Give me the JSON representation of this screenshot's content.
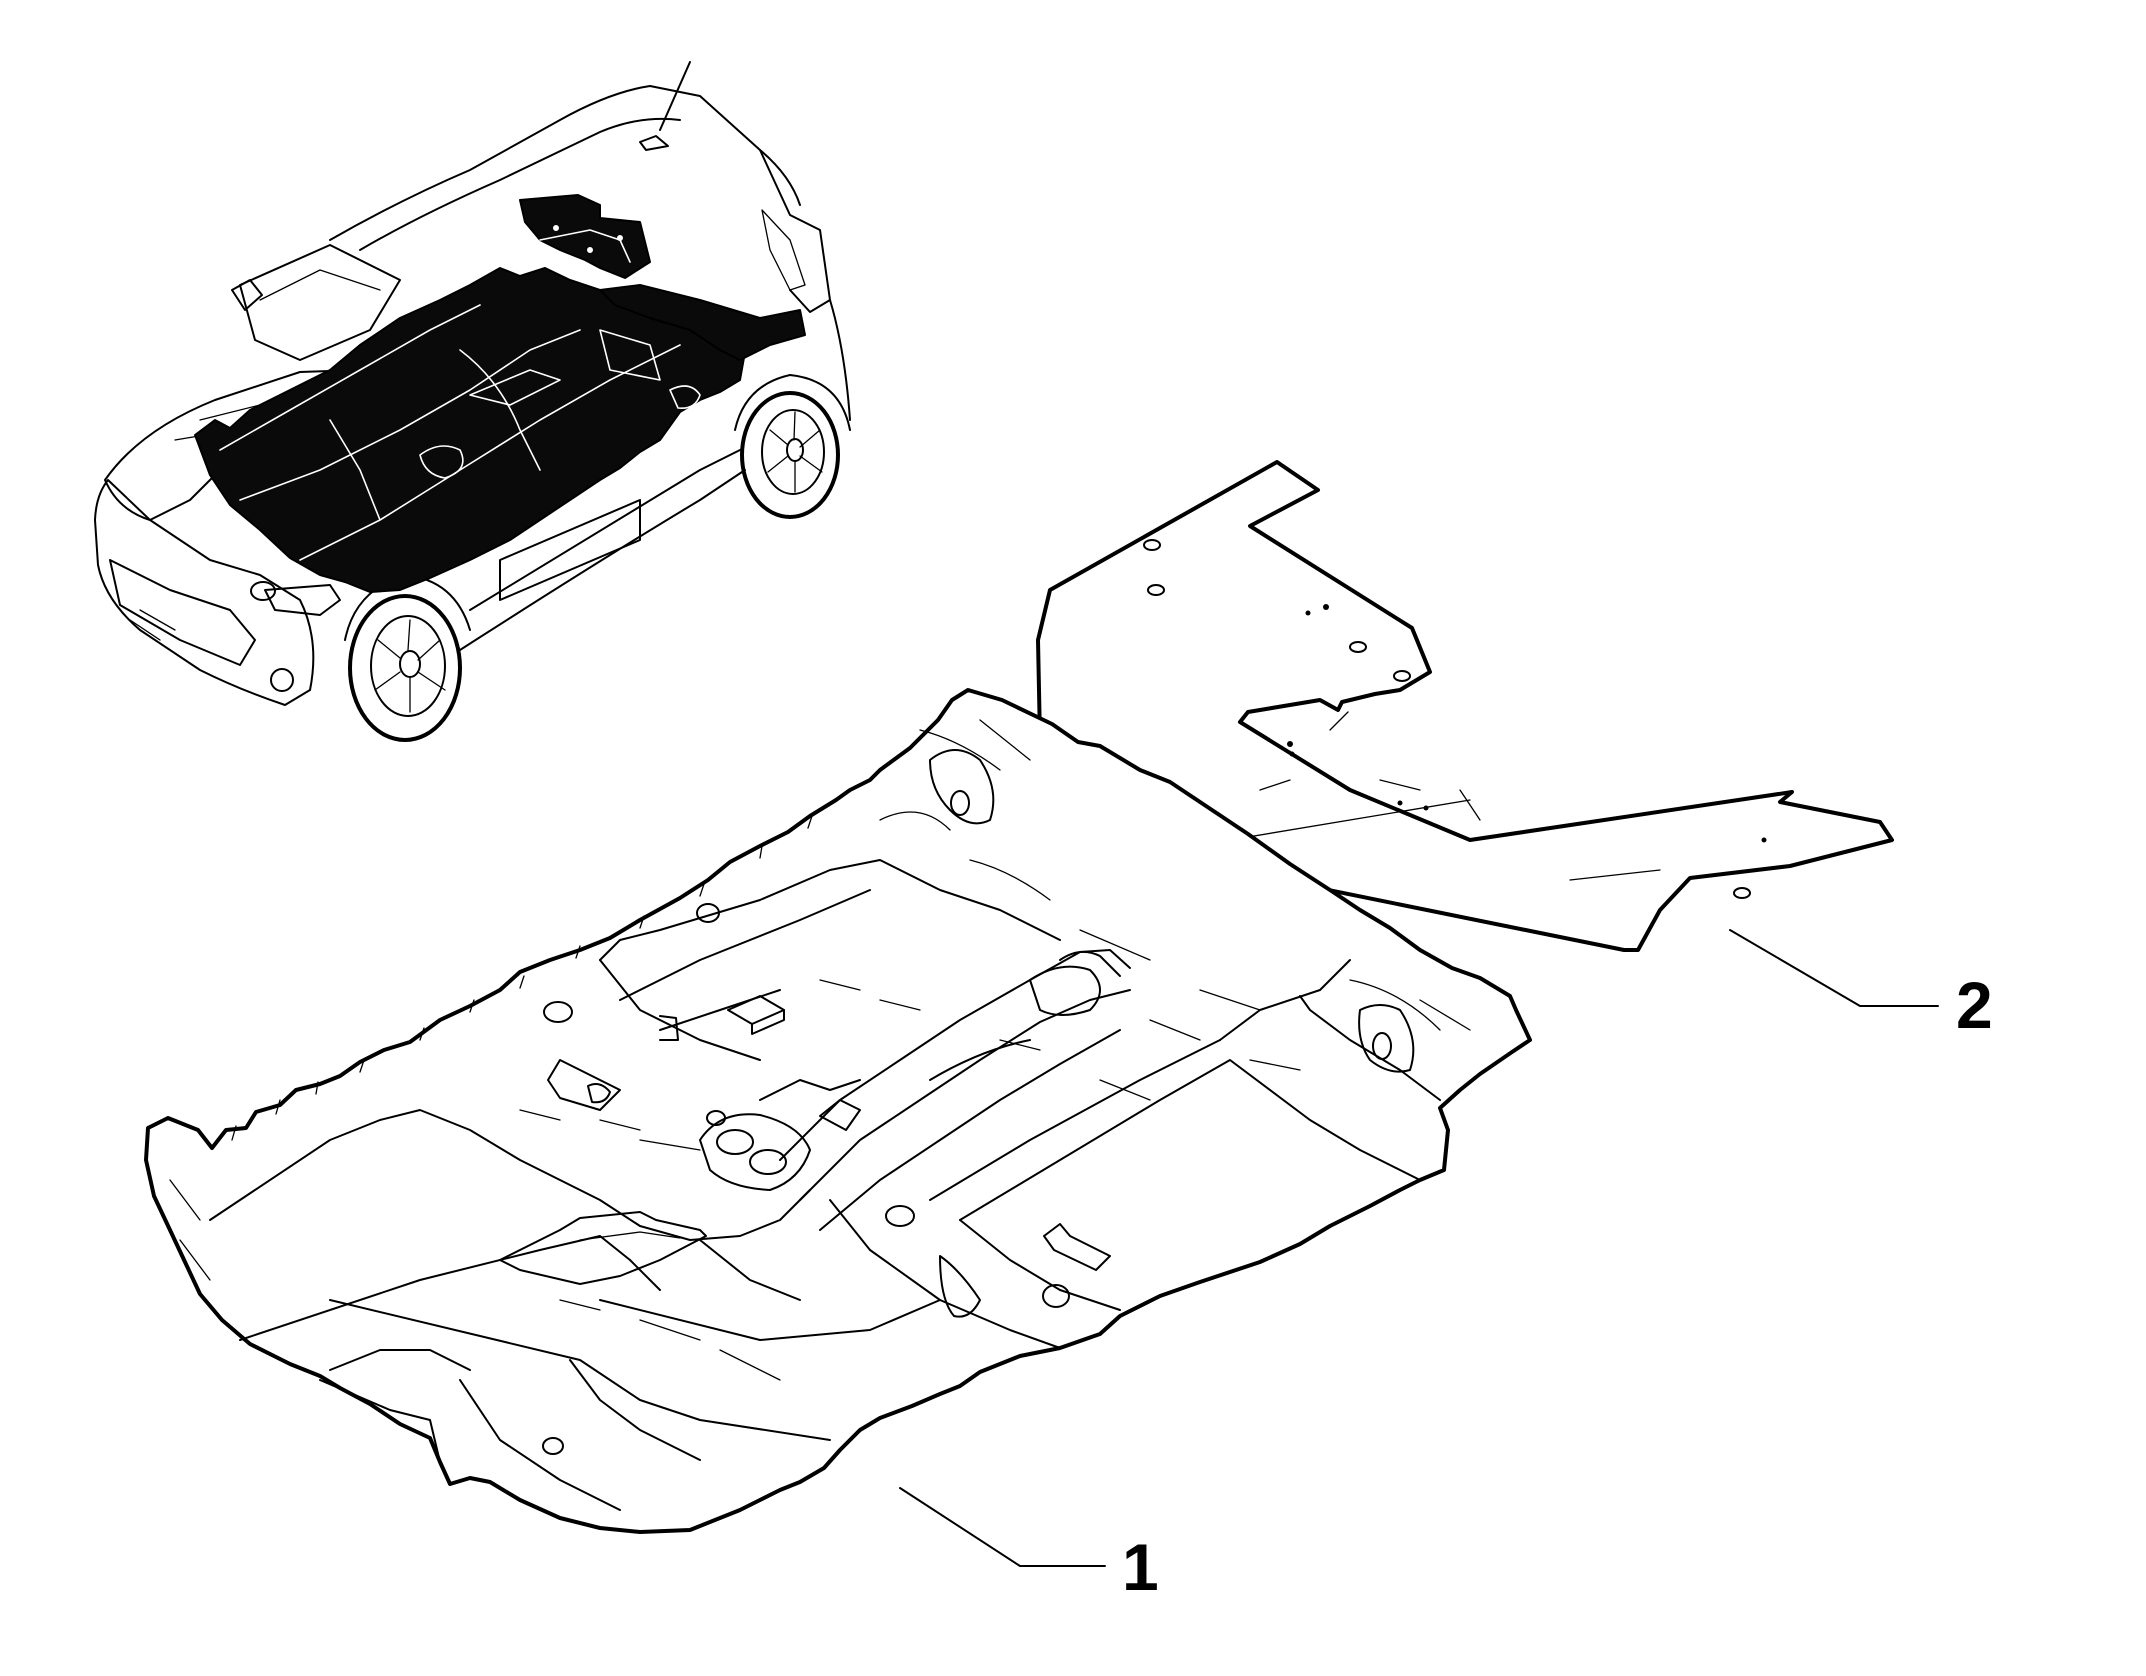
{
  "diagram": {
    "callouts": [
      {
        "number": "1",
        "part": "floor-covering"
      },
      {
        "number": "2",
        "part": "rear-floor-panel"
      }
    ]
  }
}
